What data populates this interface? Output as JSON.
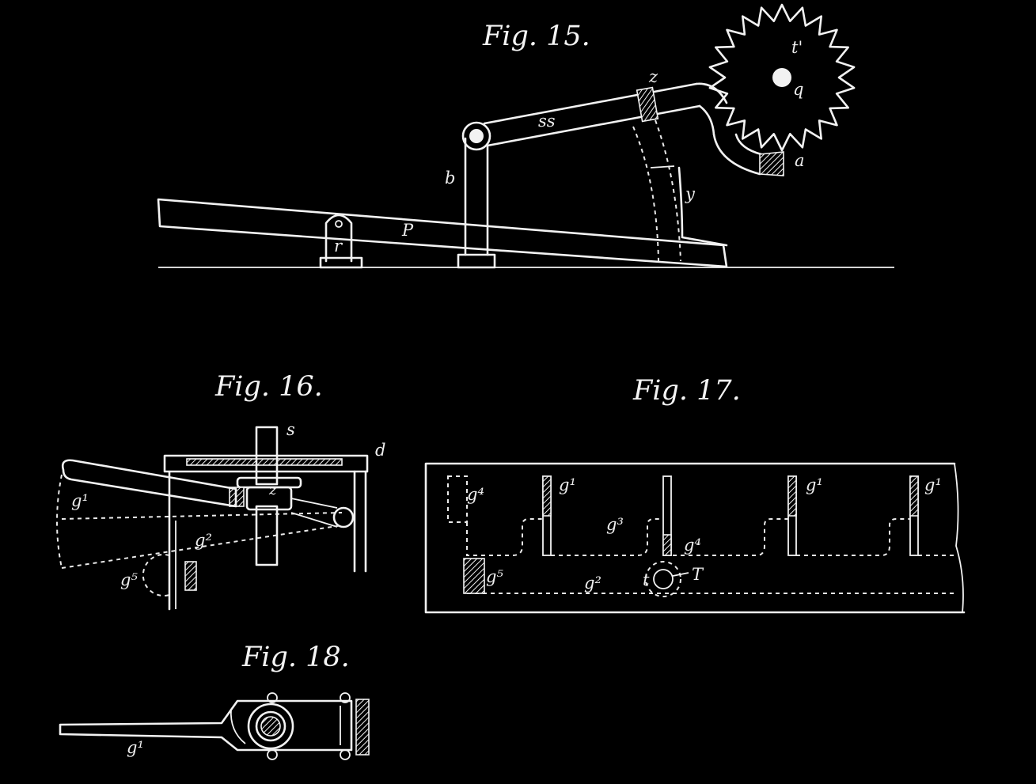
{
  "figures": {
    "fig15": {
      "title": "Fig. 15.",
      "labels": {
        "t_prime": "t'",
        "q": "q",
        "z": "z",
        "ss": "ss",
        "a": "a",
        "b": "b",
        "y": "y",
        "p": "P",
        "r": "r"
      }
    },
    "fig16": {
      "title": "Fig. 16.",
      "labels": {
        "s": "s",
        "d": "d",
        "g1": "g¹",
        "z": "z",
        "g2": "g²",
        "g5": "g⁵"
      }
    },
    "fig17": {
      "title": "Fig. 17.",
      "labels": {
        "g4_left": "g⁴",
        "g1_a": "g¹",
        "g1_b": "g¹",
        "g1_c": "g¹",
        "g3": "g³",
        "g4_mid": "g⁴",
        "g5": "g⁵",
        "g2": "g²",
        "t": "t",
        "T": "T"
      }
    },
    "fig18": {
      "title": "Fig. 18.",
      "labels": {
        "g1": "g¹"
      }
    }
  },
  "colors": {
    "background": "#000000",
    "ink": "#f2f2f2"
  }
}
